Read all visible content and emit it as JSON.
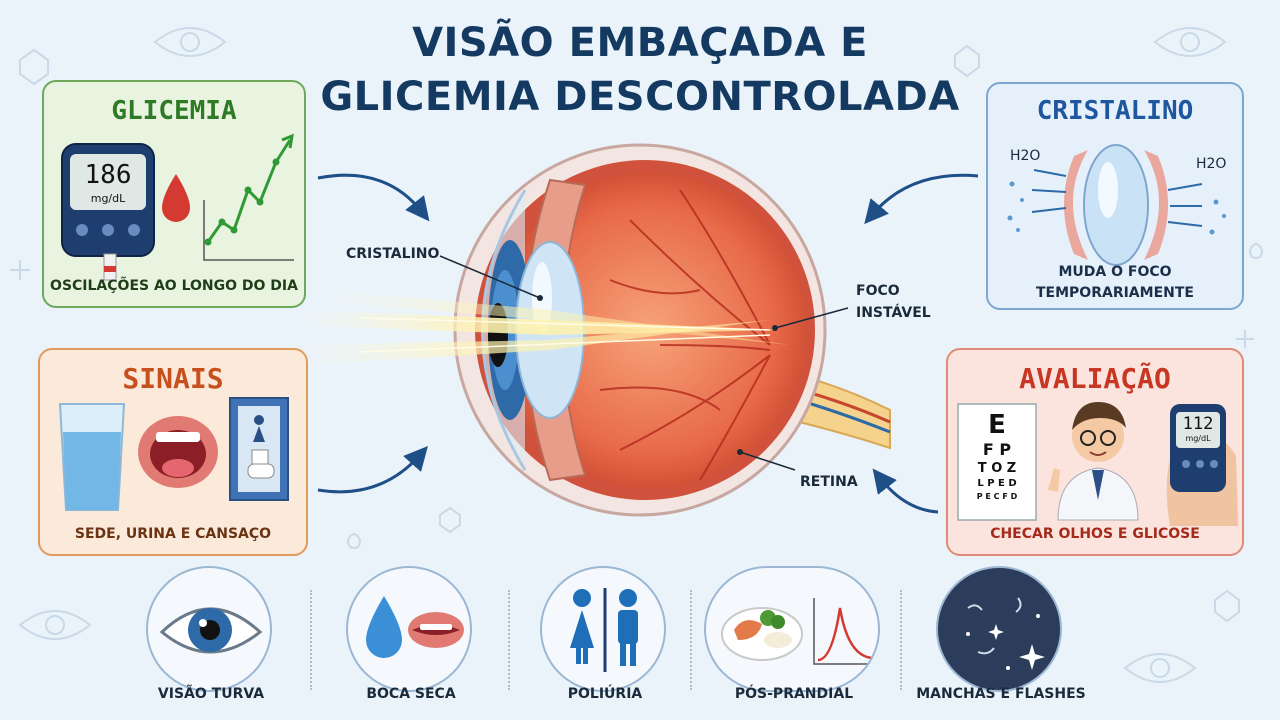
{
  "title": {
    "line1": "VISÃO EMBAÇADA E",
    "line2": "GLICEMIA DESCONTROLADA"
  },
  "panels": {
    "glicemia": {
      "title": "GLICEMIA",
      "meter_value": "186",
      "meter_unit": "mg/dL",
      "caption": "OSCILAÇÕES AO LONGO DO DIA"
    },
    "sinais": {
      "title": "SINAIS",
      "caption": "SEDE, URINA E CANSAÇO"
    },
    "cristalino": {
      "title": "CRISTALINO",
      "water_left": "H2O",
      "water_right": "H2O",
      "caption_line1": "MUDA O FOCO",
      "caption_line2": "TEMPORARIAMENTE"
    },
    "avaliacao": {
      "title": "AVALIAÇÃO",
      "chart_rows": [
        "E",
        "F P",
        "T O Z",
        "L P E D",
        "P E C F D"
      ],
      "meter_value": "112",
      "meter_unit": "mg/dL",
      "caption": "CHECAR OLHOS E GLICOSE"
    }
  },
  "eye_labels": {
    "cristalino": "CRISTALINO",
    "foco_line1": "FOCO",
    "foco_line2": "INSTÁVEL",
    "retina": "RETINA"
  },
  "bottom": [
    {
      "label": "VISÃO TURVA",
      "icon": "eye-icon"
    },
    {
      "label": "BOCA SECA",
      "icon": "drop-mouth-icon"
    },
    {
      "label": "POLIÚRIA",
      "icon": "restroom-icon"
    },
    {
      "label": "PÓS-PRANDIAL",
      "icon": "meal-graph-icon"
    },
    {
      "label": "MANCHAS E FLASHES",
      "icon": "floaters-icon"
    }
  ],
  "colors": {
    "title": "#143a62",
    "glicemia": "#2f7a25",
    "sinais": "#c7501e",
    "cristalino": "#1e57a0",
    "avaliacao": "#c83723"
  }
}
